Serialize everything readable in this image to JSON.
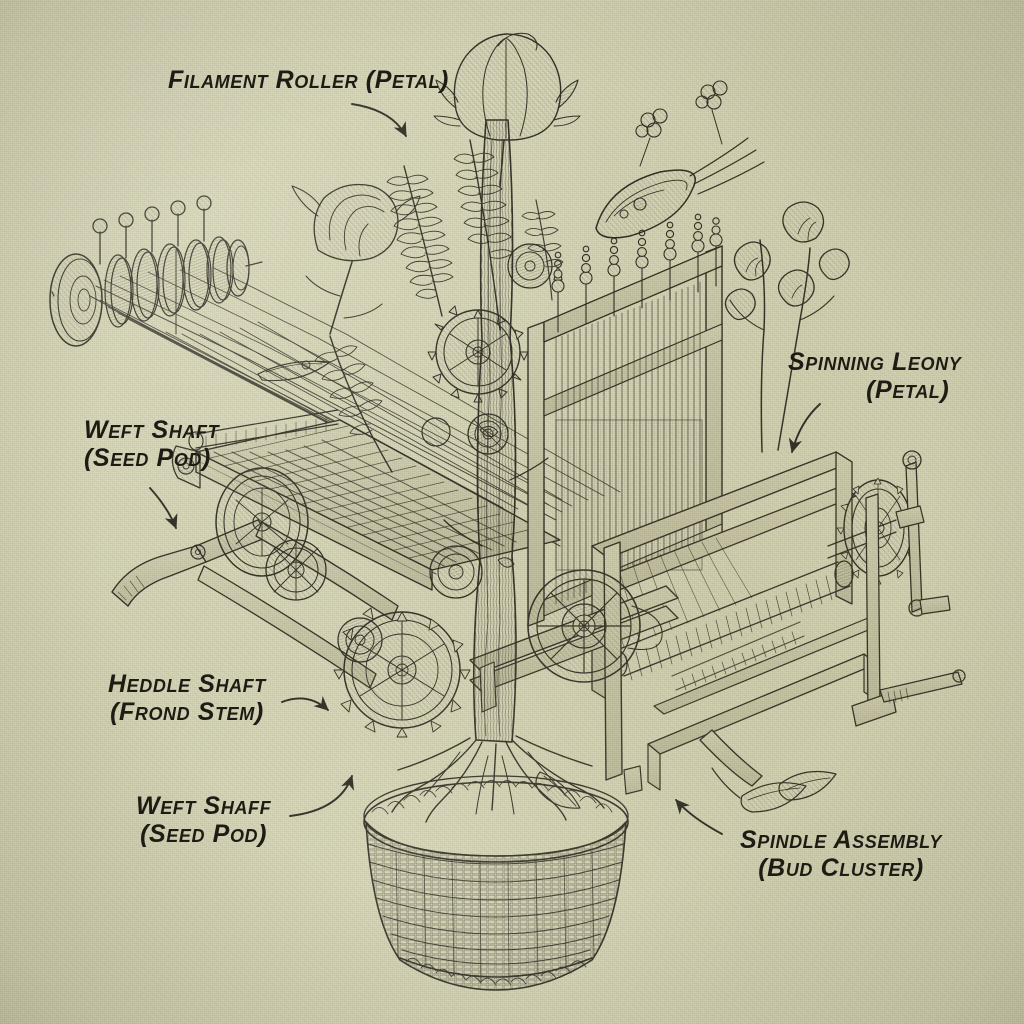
{
  "illustration": {
    "title": "Botanical-mechanical cutaway of a flower-powered weaving loom",
    "style": "vintage ink engraving on sage paper",
    "paper_color": "#d3d2b3",
    "ink_color": "#1e1b14"
  },
  "callouts": [
    {
      "id": "filament-roller",
      "line1": "Filament Roller",
      "line2": "(Petal)",
      "single_line": "Filament Roller (Petal)",
      "arrow": "curve-down-right"
    },
    {
      "id": "spinning-leony",
      "line1": "Spinning Leony",
      "line2": "(Petal)",
      "arrow": "curve-down-left"
    },
    {
      "id": "weft-shaft-upper",
      "line1": "Weft Shaft",
      "line2": "(Seed Pod)",
      "arrow": "curve-down-right"
    },
    {
      "id": "heddle-shaft",
      "line1": "Heddle Shaft",
      "line2": "(Frond Stem)",
      "arrow": "curve-right"
    },
    {
      "id": "weft-shaft-lower",
      "line1": "Weft Shaff",
      "line2": "(Seed Pod)",
      "arrow": "curve-up-right"
    },
    {
      "id": "spindle-assembly",
      "line1": "Spindle Assembly",
      "line2": "(Bud Cluster)",
      "arrow": "curve-up-left"
    }
  ],
  "components": {
    "warp_beam": {
      "name": "warp beam roller",
      "spool_count": 6,
      "pin_count": 5
    },
    "loom_frame": {
      "name": "loom frame",
      "heddle_threads": 34,
      "reed_slots": 26
    },
    "cloth_beam": {
      "name": "cloth beam with woven fabric",
      "wrap_lines": 40
    },
    "gears": {
      "name": "gear train",
      "count": 8
    },
    "treadle": {
      "name": "treadle pedal and connecting rod"
    },
    "crank": {
      "name": "hand crank and drive wheel"
    },
    "flying_shuttle": {
      "name": "flying shuttle in motion",
      "motion_lines": 3
    },
    "plants": {
      "tree": "central trunk with roots",
      "basket": "woven wicker basket",
      "tulip": "tulip bloom",
      "rose": "rose bloom",
      "ferns": 4,
      "cotton_bolls": 5,
      "blossoms": 2,
      "leaf_sprays": 2
    }
  }
}
